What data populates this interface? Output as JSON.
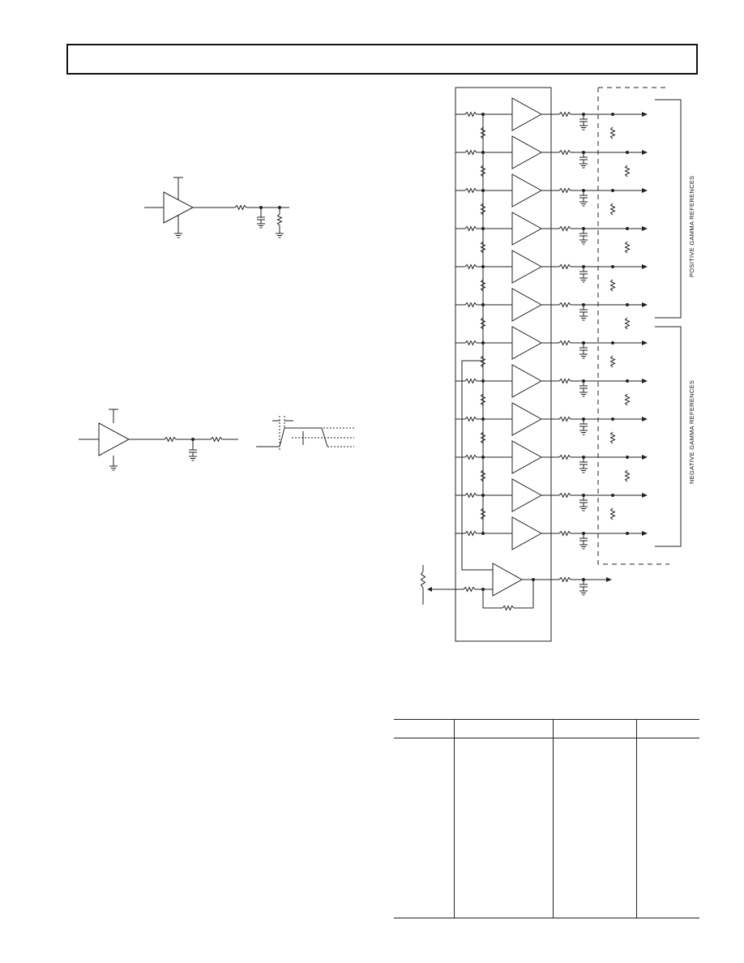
{
  "diagram": {
    "positive_label": "POSITIVE GAMMA REFERENCES",
    "negative_label": "NEGATIVE GAMMA REFERENCES",
    "buffer_count": 12
  },
  "table": {
    "columns": 4
  },
  "colors": {
    "ink": "#222222",
    "background": "#ffffff"
  }
}
